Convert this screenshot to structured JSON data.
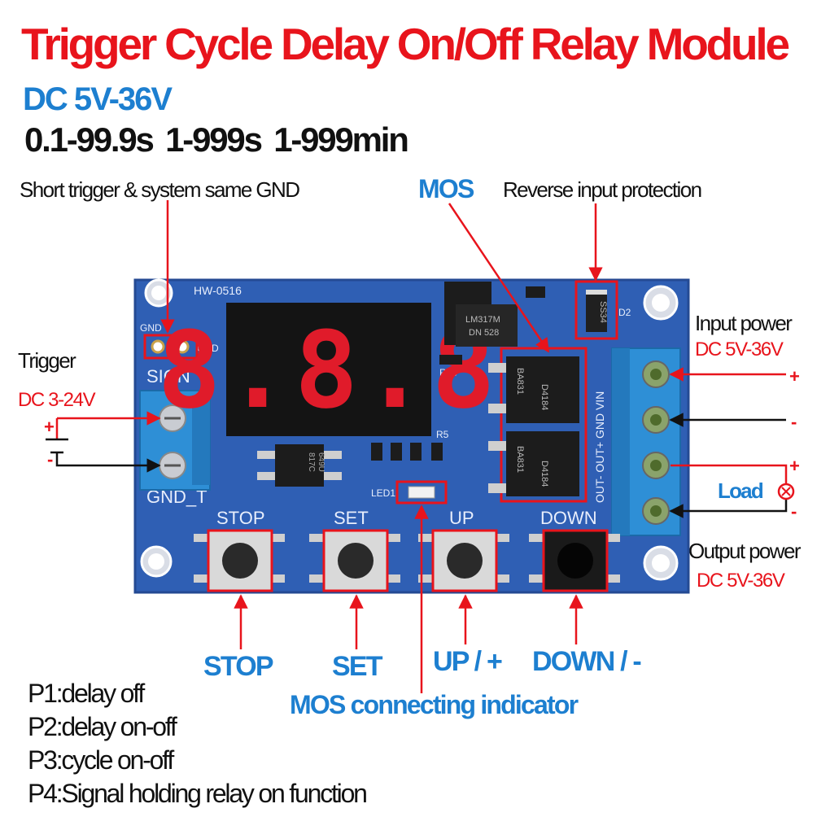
{
  "title": "Trigger Cycle Delay On/Off Relay Module",
  "voltage_range": "DC 5V-36V",
  "time_ranges": "0.1-99.9s  1-999s  1-999min",
  "callouts": {
    "short_trigger": "Short trigger &  system same GND",
    "mos": "MOS",
    "reverse_protection": "Reverse input protection",
    "trigger": "Trigger",
    "trigger_voltage": "DC 3-24V",
    "input_power": "Input power",
    "input_voltage": "DC 5V-36V",
    "load": "Load",
    "output_power": "Output power",
    "output_voltage": "DC 5V-36V",
    "mos_indicator": "MOS connecting indicator"
  },
  "buttons": {
    "stop": "STOP",
    "set": "SET",
    "up": "UP / +",
    "down": "DOWN / -"
  },
  "board": {
    "model": "HW-0516",
    "display": "8.8.8",
    "silk_gnd_t": "GND  T",
    "silk_gnd": "GND",
    "silk_sign": "SIGN",
    "silk_gnd_t2": "GND_T",
    "silk_stop": "STOP",
    "silk_set": "SET",
    "silk_up": "UP",
    "silk_down": "DOWN",
    "silk_led1": "LED1",
    "silk_r10": "R10",
    "silk_r5": "R5",
    "silk_d2": "D2",
    "silk_terminals": "OUT- OUT+ GND VIN",
    "chip_regulator": "LM317M",
    "chip_regulator_code": "DN 528",
    "chip_diode": "SS34",
    "mos_part": "BA831",
    "mos_code": "D4184",
    "optocoupler": "817C",
    "optocoupler_code": "649U"
  },
  "polarity": {
    "trigger_plus": "+",
    "trigger_minus": "-",
    "in_plus": "+",
    "in_minus": "-",
    "out_plus": "+",
    "out_minus": "-"
  },
  "modes": [
    "P1:delay off",
    "P2:delay on-off",
    "P3:cycle on-off",
    "P4:Signal holding relay on function"
  ],
  "colors": {
    "title_red": "#e8141c",
    "label_blue": "#1d7fd0",
    "pcb_blue": "#2f5fb4",
    "terminal_blue": "#2e8fd6",
    "display_red": "#e01b2a"
  }
}
